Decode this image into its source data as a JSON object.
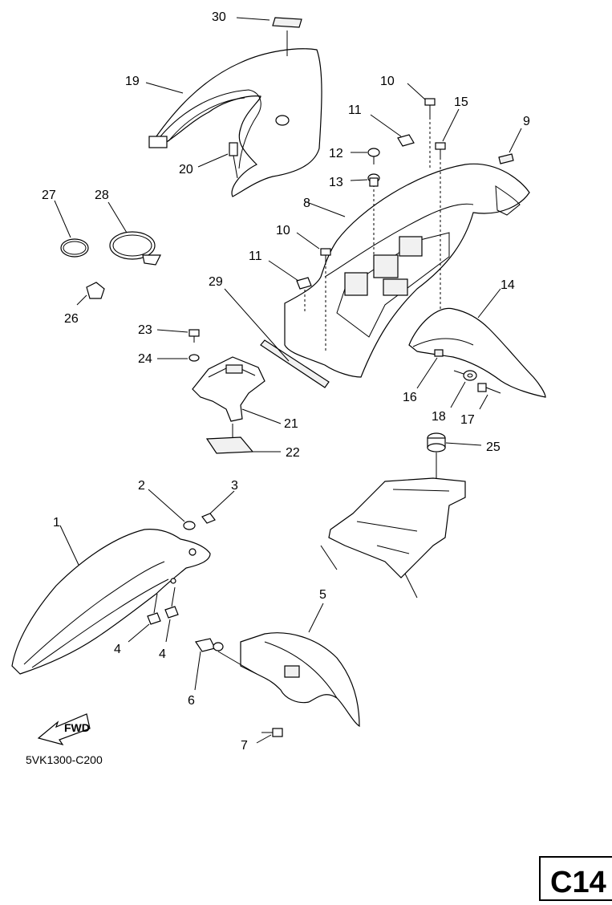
{
  "diagram": {
    "callouts": {
      "c1": "1",
      "c2": "2",
      "c3": "3",
      "c4a": "4",
      "c4b": "4",
      "c5": "5",
      "c6": "6",
      "c7": "7",
      "c8": "8",
      "c9": "9",
      "c10a": "10",
      "c10b": "10",
      "c11a": "11",
      "c11b": "11",
      "c12": "12",
      "c13": "13",
      "c14": "14",
      "c15": "15",
      "c16": "16",
      "c17": "17",
      "c18": "18",
      "c19": "19",
      "c20": "20",
      "c21": "21",
      "c22": "22",
      "c23": "23",
      "c24": "24",
      "c25": "25",
      "c26": "26",
      "c27": "27",
      "c28": "28",
      "c29": "29",
      "c30": "30"
    },
    "fwd_label": "FWD",
    "drawing_code": "5VK1300-C200",
    "page_label": "C14"
  }
}
